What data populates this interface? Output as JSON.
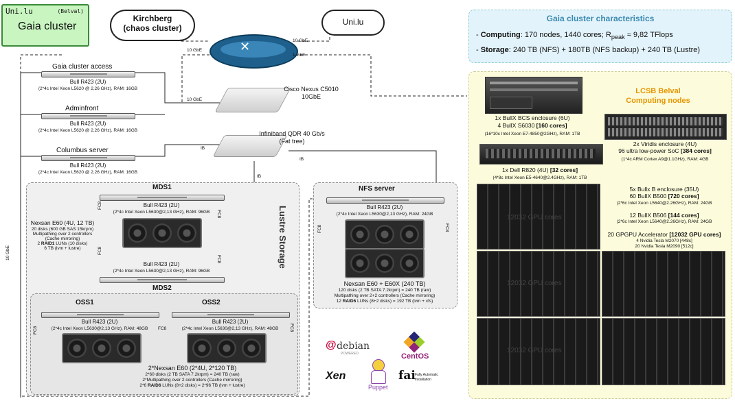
{
  "badge": {
    "site": "Uni.lu",
    "location": "(Belval)",
    "title": "Gaia cluster"
  },
  "clouds": {
    "kirchberg": "Kirchberg\n(chaos cluster)",
    "unilu": "Uni.lu"
  },
  "links": {
    "gbe10_a": "10 GbE",
    "gbe10_b": "10 GbE",
    "gbe1": "1 GbE",
    "gbe10_c": "10 GbE",
    "gbe10_vertical": "10 GbE",
    "ib1": "IB",
    "ib2": "IB",
    "ib3": "IB"
  },
  "switches": {
    "nexus": "Cisco Nexus C5010\n10GbE",
    "infiniband": "Infiniband QDR 40 Gb/s\n(Fat tree)"
  },
  "characteristics": {
    "title": "Gaia cluster characteristics",
    "computing_label": "Computing",
    "computing_text": ": 170 nodes, 1440 cores; R",
    "rpeak_sub": "peak",
    "computing_tail": " ≈ 9,82 TFlops",
    "storage_label": "Storage",
    "storage_text": ": 240 TB (NFS) + 180TB (NFS backup) +  240 TB (Lustre)"
  },
  "frontends": [
    {
      "name": "Gaia cluster access",
      "model": "Bull R423 (2U)",
      "spec": "(2*4c Intel Xeon L5620 @ 2,26 GHz), RAM: 16GB"
    },
    {
      "name": "Adminfront",
      "model": "Bull R423 (2U)",
      "spec": "(2*4c Intel Xeon L5620 @ 2,26 GHz), RAM: 16GB"
    },
    {
      "name": "Columbus server",
      "model": "Bull R423 (2U)",
      "spec": "(2*4c Intel Xeon L5620 @ 2,26 GHz), RAM: 16GB"
    }
  ],
  "lustre": {
    "label": "Lustre Storage",
    "mds1": {
      "name": "MDS1",
      "model": "Bull R423 (2U)",
      "spec": "(2*4c Intel Xeon L5630@2,13 GHz), RAM: 96GB"
    },
    "mds2": {
      "name": "MDS2",
      "model": "Bull R423 (2U)",
      "spec": "(2*4c Intel Xeon L5630@2,13 GHz), RAM: 96GB"
    },
    "nexsan_title": "Nexsan E60 (4U, 12 TB)",
    "nexsan_l1": "20 disks (600 GB SAS 15krpm)",
    "nexsan_l2": "Multipathing over 2 controllers",
    "nexsan_l3": "(Cache mirroring)",
    "nexsan_l4a": "2 ",
    "nexsan_l4b": "RAID1",
    "nexsan_l4c": " LUNs (10 disks)",
    "nexsan_l5": "6 TB (lvm + lustre)",
    "fc": "FC8",
    "oss1": {
      "name": "OSS1",
      "model": "Bull R423 (2U)",
      "spec": "(2*4c Intel Xeon L5630@2,13 GHz), RAM: 48GB"
    },
    "oss2": {
      "name": "OSS2",
      "model": "Bull R423 (2U)",
      "spec": "(2*4c Intel Xeon L5630@2,13 GHz), RAM: 48GB"
    },
    "oss_storage_title": "2*Nexsan E60 (2*4U, 2*120 TB)",
    "oss_l1": "2*60 disks (2 TB SATA 7.2krpm) = 240 TB (raw)",
    "oss_l2": "2*Multipathing over 2 controllers (Cache mirroring)",
    "oss_l3a": "2*6 ",
    "oss_l3b": "RAID6",
    "oss_l3c": " LUNs (8+2 disks) = 2*96 TB (lvm + lustre)"
  },
  "nfs": {
    "name": "NFS server",
    "model": "Bull R423 (2U)",
    "spec": "(2*4c Intel Xeon L5630@2,13 GHz), RAM: 24GB",
    "storage_title": "Nexsan E60 + E60X (240 TB)",
    "l1": "120 disks (2 TB SATA 7.2krpm) = 240 TB (raw)",
    "l2": "Multipathing over 2+2 controllers (Cache mirroring)",
    "l3a": "12 ",
    "l3b": "RAID6",
    "l3c": " LUNs (8+2 disks) = 192 TB (lvm + xfs)"
  },
  "lcsb": {
    "title": "LCSB Belval\nComputing nodes",
    "bcs_l1": "1x BullX BCS enclosure (6U)",
    "bcs_l2a": "4 BullX S6030  ",
    "bcs_l2b": "[160 cores]",
    "bcs_l3": "(16*10c Intel Xeon E7-4850@2GHz), RAM: 1TB",
    "viridis_l1": "2x Viridis enclosure (4U)",
    "viridis_l2a": "96 ultra low-power SoC ",
    "viridis_l2b": "[384 cores]",
    "viridis_l3": "(1*4c ARM Cortex A9@1.1GHz), RAM: 4GB",
    "dell_l1a": "1x Dell R820 (4U)  ",
    "dell_l1b": "[32 cores]",
    "dell_l2": "(4*8c Intel Xeon E5-4640@2.4GHz), RAM: 1TB",
    "bullxb_l1": "5x Bullx B enclosure (35U)",
    "bullxb_l2a": "60 BullX B500  ",
    "bullxb_l2b": "[720 cores]",
    "bullxb_l3": "(2*6c Intel Xeon  L5640@2.26GHz), RAM: 24GB",
    "b506_l1a": "12 BullX B506  ",
    "b506_l1b": "[144 cores]",
    "b506_l2": "(2*6c Intel Xeon  L5640@2.26GHz), RAM: 24GB",
    "gpgpu_l1a": "20 GPGPU Accelerator ",
    "gpgpu_l1b": "[12032 GPU cores]",
    "gpgpu_l2": "4 Nvidia Tesla M2070 [448c]",
    "gpgpu_l3": "20 Nvidia Tesla M2090 [512c]",
    "gpu_overlay": "12032 GPU cores"
  },
  "logos": {
    "debian": "debian",
    "debian_sub": "POWERED",
    "centos": "CentOS",
    "xen": "Xen",
    "puppet": "Puppet",
    "fai": "fai",
    "fai_sub1": "Fully Automatic",
    "fai_sub2": "Installation"
  }
}
